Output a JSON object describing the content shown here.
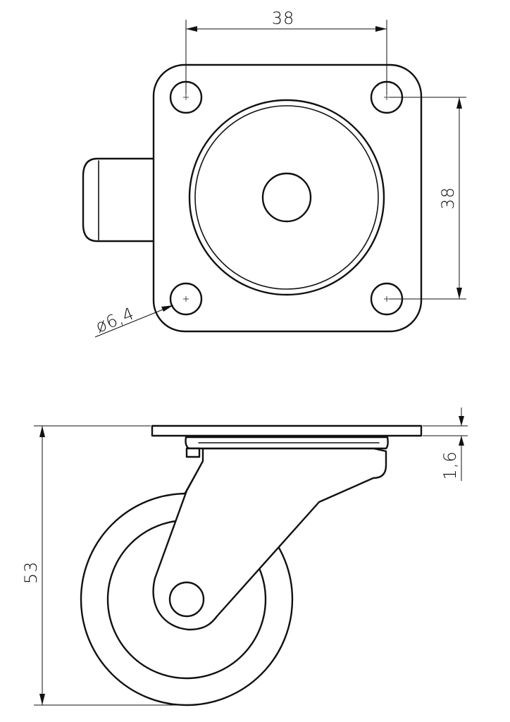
{
  "dimensions": {
    "top_width": "38",
    "side_height": "38",
    "hole_diameter": "ø6,4",
    "plate_thickness": "1,6",
    "overall_height": "53"
  },
  "colors": {
    "line": "#111111",
    "background": "#ffffff"
  }
}
